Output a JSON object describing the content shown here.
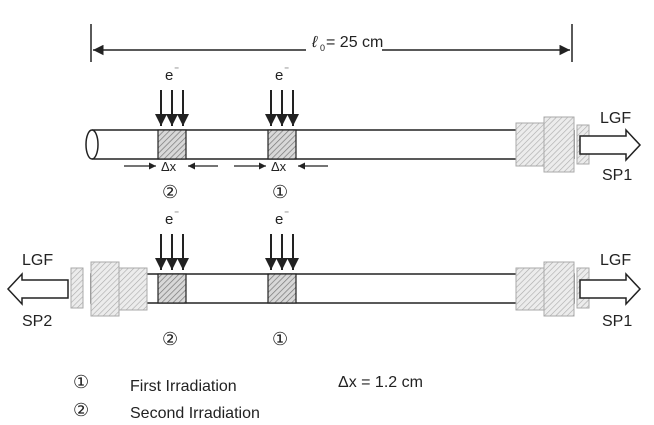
{
  "length_label": {
    "prefix": "ℓ",
    "sub": "0",
    "text": " = 25 cm"
  },
  "electron": {
    "base": "e",
    "sup": "⁻"
  },
  "delta_x": "Δx",
  "marks": {
    "first": "①",
    "second": "②"
  },
  "top_rod": {
    "right_arrow": "LGF",
    "right_port": "SP1"
  },
  "bottom_rod": {
    "left_arrow": "LGF",
    "left_port": "SP2",
    "right_arrow": "LGF",
    "right_port": "SP1"
  },
  "legend": {
    "first_mark": "①",
    "first_text": "First Irradiation",
    "second_mark": "②",
    "second_text": "Second Irradiation",
    "dx_text": "Δx = 1.2 cm"
  },
  "colors": {
    "line": "#222222",
    "hatch": "#888888",
    "fitting": "#aaaaaa"
  }
}
